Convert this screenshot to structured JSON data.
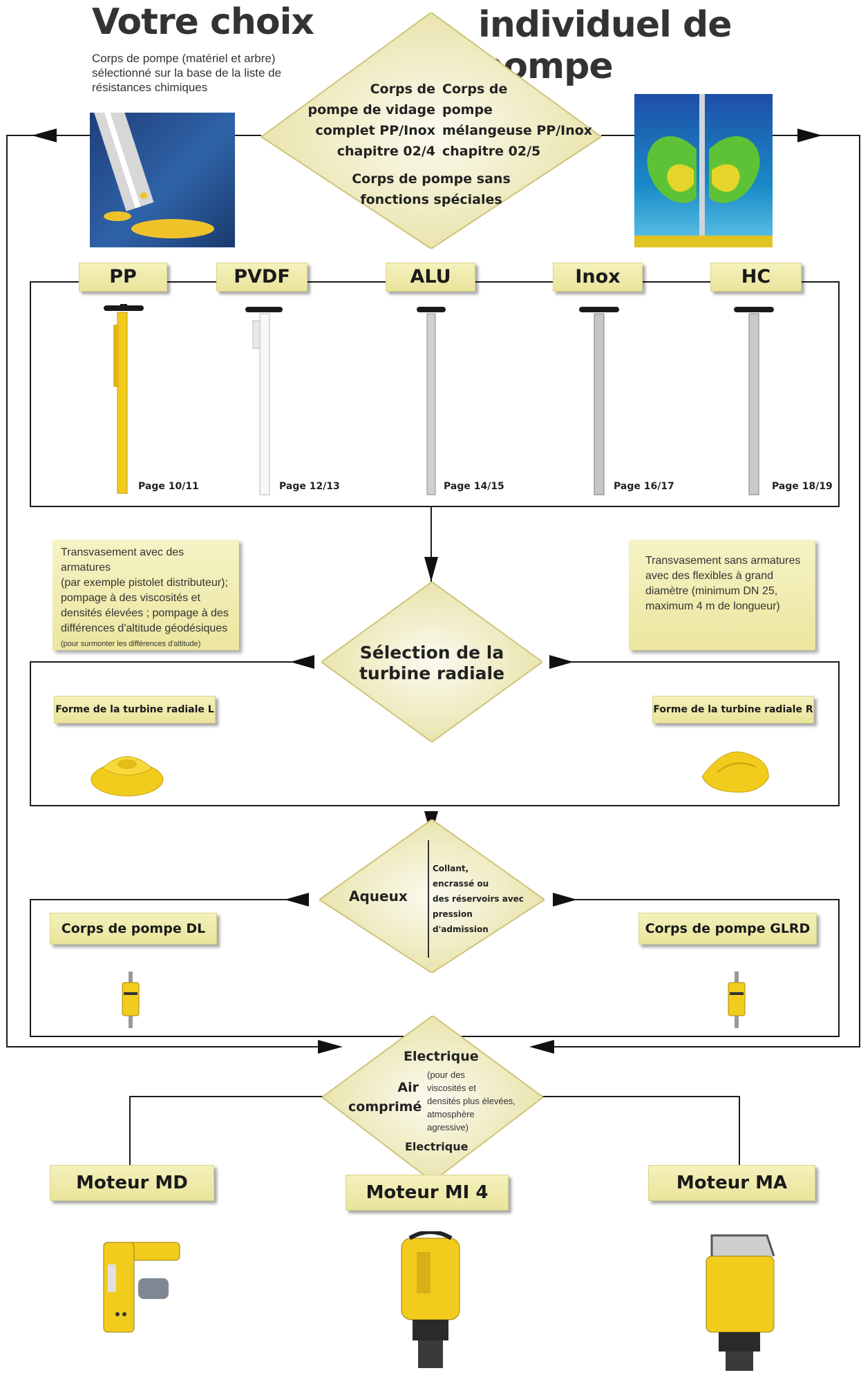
{
  "header": {
    "title_left": "Votre choix",
    "title_right": "individuel de pompe",
    "note": "Corps de pompe (matériel et arbre) sélectionné sur la base de la liste de résistances chimiques"
  },
  "top_diamond": {
    "left_col": [
      "Corps de",
      "pompe de vidage",
      "complet PP/Inox",
      "chapitre 02/4"
    ],
    "right_col": [
      "Corps de",
      "pompe",
      "mélangeuse PP/Inox",
      "chapitre 02/5"
    ],
    "bottom": [
      "Corps de pompe sans",
      "fonctions spéciales"
    ]
  },
  "materials": [
    {
      "label": "PP",
      "page": "Page 10/11",
      "color": "#f2cc1c"
    },
    {
      "label": "PVDF",
      "page": "Page 12/13",
      "color": "#f2f2f2"
    },
    {
      "label": "ALU",
      "page": "Page 14/15",
      "color": "#c8c8c8"
    },
    {
      "label": "Inox",
      "page": "Page 16/17",
      "color": "#bfbfbf"
    },
    {
      "label": "HC",
      "page": "Page 18/19",
      "color": "#c4c4c4"
    }
  ],
  "info_left": {
    "lines": [
      "Transvasement avec des armatures",
      "(par exemple pistolet distributeur);",
      "pompage à des viscosités et",
      "densités élevées ; pompage à des",
      "différences d'altitude géodésiques"
    ],
    "small": "(pour surmonter les différences d'altitude)"
  },
  "info_right": {
    "lines": [
      "Transvasement sans armatures",
      "avec des flexibles à grand",
      "diamètre (minimum DN 25,",
      "maximum 4 m de longueur)"
    ]
  },
  "turbine_diamond": {
    "lines": [
      "Sélection de la",
      "turbine radiale"
    ]
  },
  "turbine_l": "Forme de la turbine radiale L",
  "turbine_r": "Forme de la turbine radiale R",
  "aqueux_diamond": {
    "left": "Aqueux",
    "right": [
      "Collant,",
      "encrassé ou",
      "des réservoirs avec",
      "pression",
      "d'admission"
    ]
  },
  "corps_dl": "Corps de pompe DL",
  "corps_glrd": "Corps de pompe GLRD",
  "motor_diamond": {
    "top": "Electrique",
    "air": [
      "Air",
      "comprimé"
    ],
    "note": [
      "(pour des",
      "viscosités et",
      "densités plus élevées,",
      "atmosphère",
      "agressive)"
    ],
    "bottom": "Electrique"
  },
  "motors": [
    "Moteur MD",
    "Moteur MI 4",
    "Moteur MA"
  ],
  "colors": {
    "label_bg": "#efe9a8",
    "yellow": "#f2cc1c",
    "line": "#1a1a1a"
  }
}
